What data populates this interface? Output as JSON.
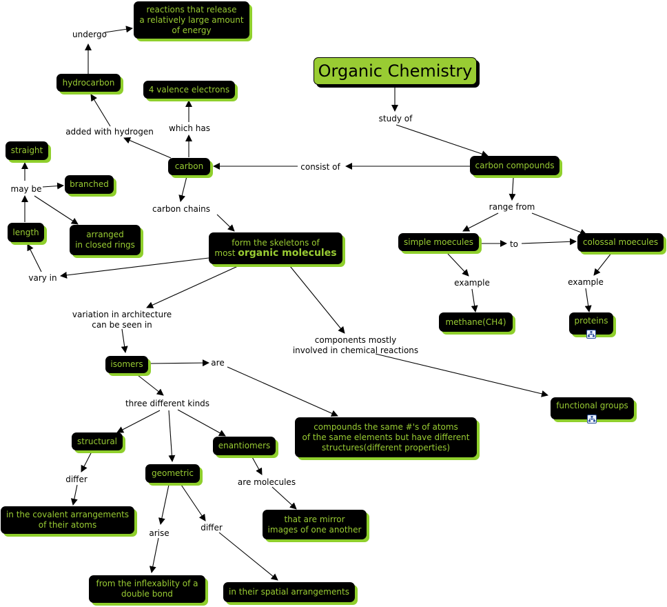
{
  "title": "Organic Chemistry",
  "nodes": {
    "organic_chemistry": "Organic Chemistry",
    "reactions": "reactions that release\na relatively large amount\nof energy",
    "hydrocarbon": "hydrocarbon",
    "valence": "4 valence electrons",
    "carbon": "carbon",
    "carbon_compounds": "carbon compounds",
    "straight": "straight",
    "branched": "branched",
    "length": "length",
    "closed_rings": "arranged\nin closed rings",
    "skeletons_pre": "form the skeletons of\nmost ",
    "skeletons_bold": "organic molecules",
    "simple": "simple moecules",
    "colossal": "colossal moecules",
    "methane": "methane(CH4)",
    "proteins": "proteins",
    "isomers": "isomers",
    "functional_groups": "functional groups",
    "compounds_same": "compounds the same #'s of atoms\nof the same elements but have different\nstructures(different properties)",
    "structural": "structural",
    "geometric": "geometric",
    "enantiomers": "enantiomers",
    "covalent": "in the covalent arrangements\nof their atoms",
    "mirror": "that are mirror\nimages of one another",
    "inflex": "from the inflexablity of a\ndouble bond",
    "spatial": "in their spatial arrangements"
  },
  "labels": {
    "undergo": "undergo",
    "added_hydrogen": "added with hydrogen",
    "which_has": "which has",
    "may_be": "may be",
    "carbon_chains": "carbon chains",
    "consist_of": "consist of",
    "study_of": "study of",
    "range_from": "range from",
    "to": "to",
    "example1": "example",
    "example2": "example",
    "vary_in": "vary in",
    "variation": "variation in architecture\ncan be seen in",
    "components": "components mostly\ninvolved in chemical reactions",
    "are": "are",
    "three_kinds": "three different kinds",
    "differ1": "differ",
    "are_molecules": "are molecules",
    "arise": "arise",
    "differ2": "differ"
  },
  "colors": {
    "node_fill": "#000000",
    "node_text": "#99cc33",
    "shadow": "#8fcf2c",
    "title_fill": "#99cc33"
  },
  "icons": [
    "concept-map-icon",
    "concept-map-icon"
  ]
}
